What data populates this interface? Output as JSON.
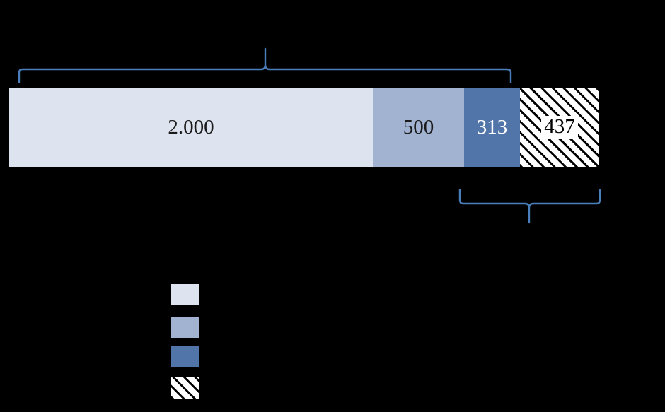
{
  "figure": {
    "title": "",
    "background_color": "#000000",
    "accent_color": "#4a7ebb"
  },
  "chart_data": {
    "type": "bar",
    "orientation": "horizontal",
    "stacked": true,
    "title": "",
    "xlabel": "",
    "ylabel": "",
    "categories": [
      ""
    ],
    "series": [
      {
        "name": "",
        "value": 2000,
        "label": "2.000",
        "color": "#dee4ef",
        "pattern": "solid"
      },
      {
        "name": "",
        "value": 500,
        "label": "500",
        "color": "#a2b3d2",
        "pattern": "solid"
      },
      {
        "name": "",
        "value": 313,
        "label": "313",
        "color": "#5175a8",
        "pattern": "solid"
      },
      {
        "name": "",
        "value": 437,
        "label": "437",
        "color": "#ffffff",
        "pattern": "diagonal-hatch"
      }
    ],
    "total": 3250,
    "axis_range": [
      0,
      3250
    ],
    "grid": false,
    "legend_position": "below-left",
    "annotations": [
      {
        "type": "brace",
        "position": "top",
        "label": "",
        "spans": [
          0,
          2750
        ]
      },
      {
        "type": "brace",
        "position": "bottom",
        "label": "",
        "spans": [
          2500,
          3250
        ]
      }
    ]
  },
  "bar": {
    "segments": [
      {
        "label": "2.000",
        "color": "#dee4ef",
        "text_color": "#1a1a1a"
      },
      {
        "label": "500",
        "color": "#a2b3d2",
        "text_color": "#1a1a1a"
      },
      {
        "label": "313",
        "color": "#5175a8",
        "text_color": "#ffffff"
      },
      {
        "label": "437",
        "color": "#ffffff",
        "text_color": "#000000"
      }
    ]
  },
  "legend": {
    "items": [
      {
        "label": "",
        "swatch": "light-blue-swatch"
      },
      {
        "label": "",
        "swatch": "medium-blue-swatch"
      },
      {
        "label": "",
        "swatch": "dark-blue-swatch"
      },
      {
        "label": "",
        "swatch": "hatched-swatch"
      }
    ]
  },
  "braces": {
    "top": {
      "caption": ""
    },
    "bottom": {
      "caption": ""
    }
  },
  "axis": {
    "caption": ""
  }
}
